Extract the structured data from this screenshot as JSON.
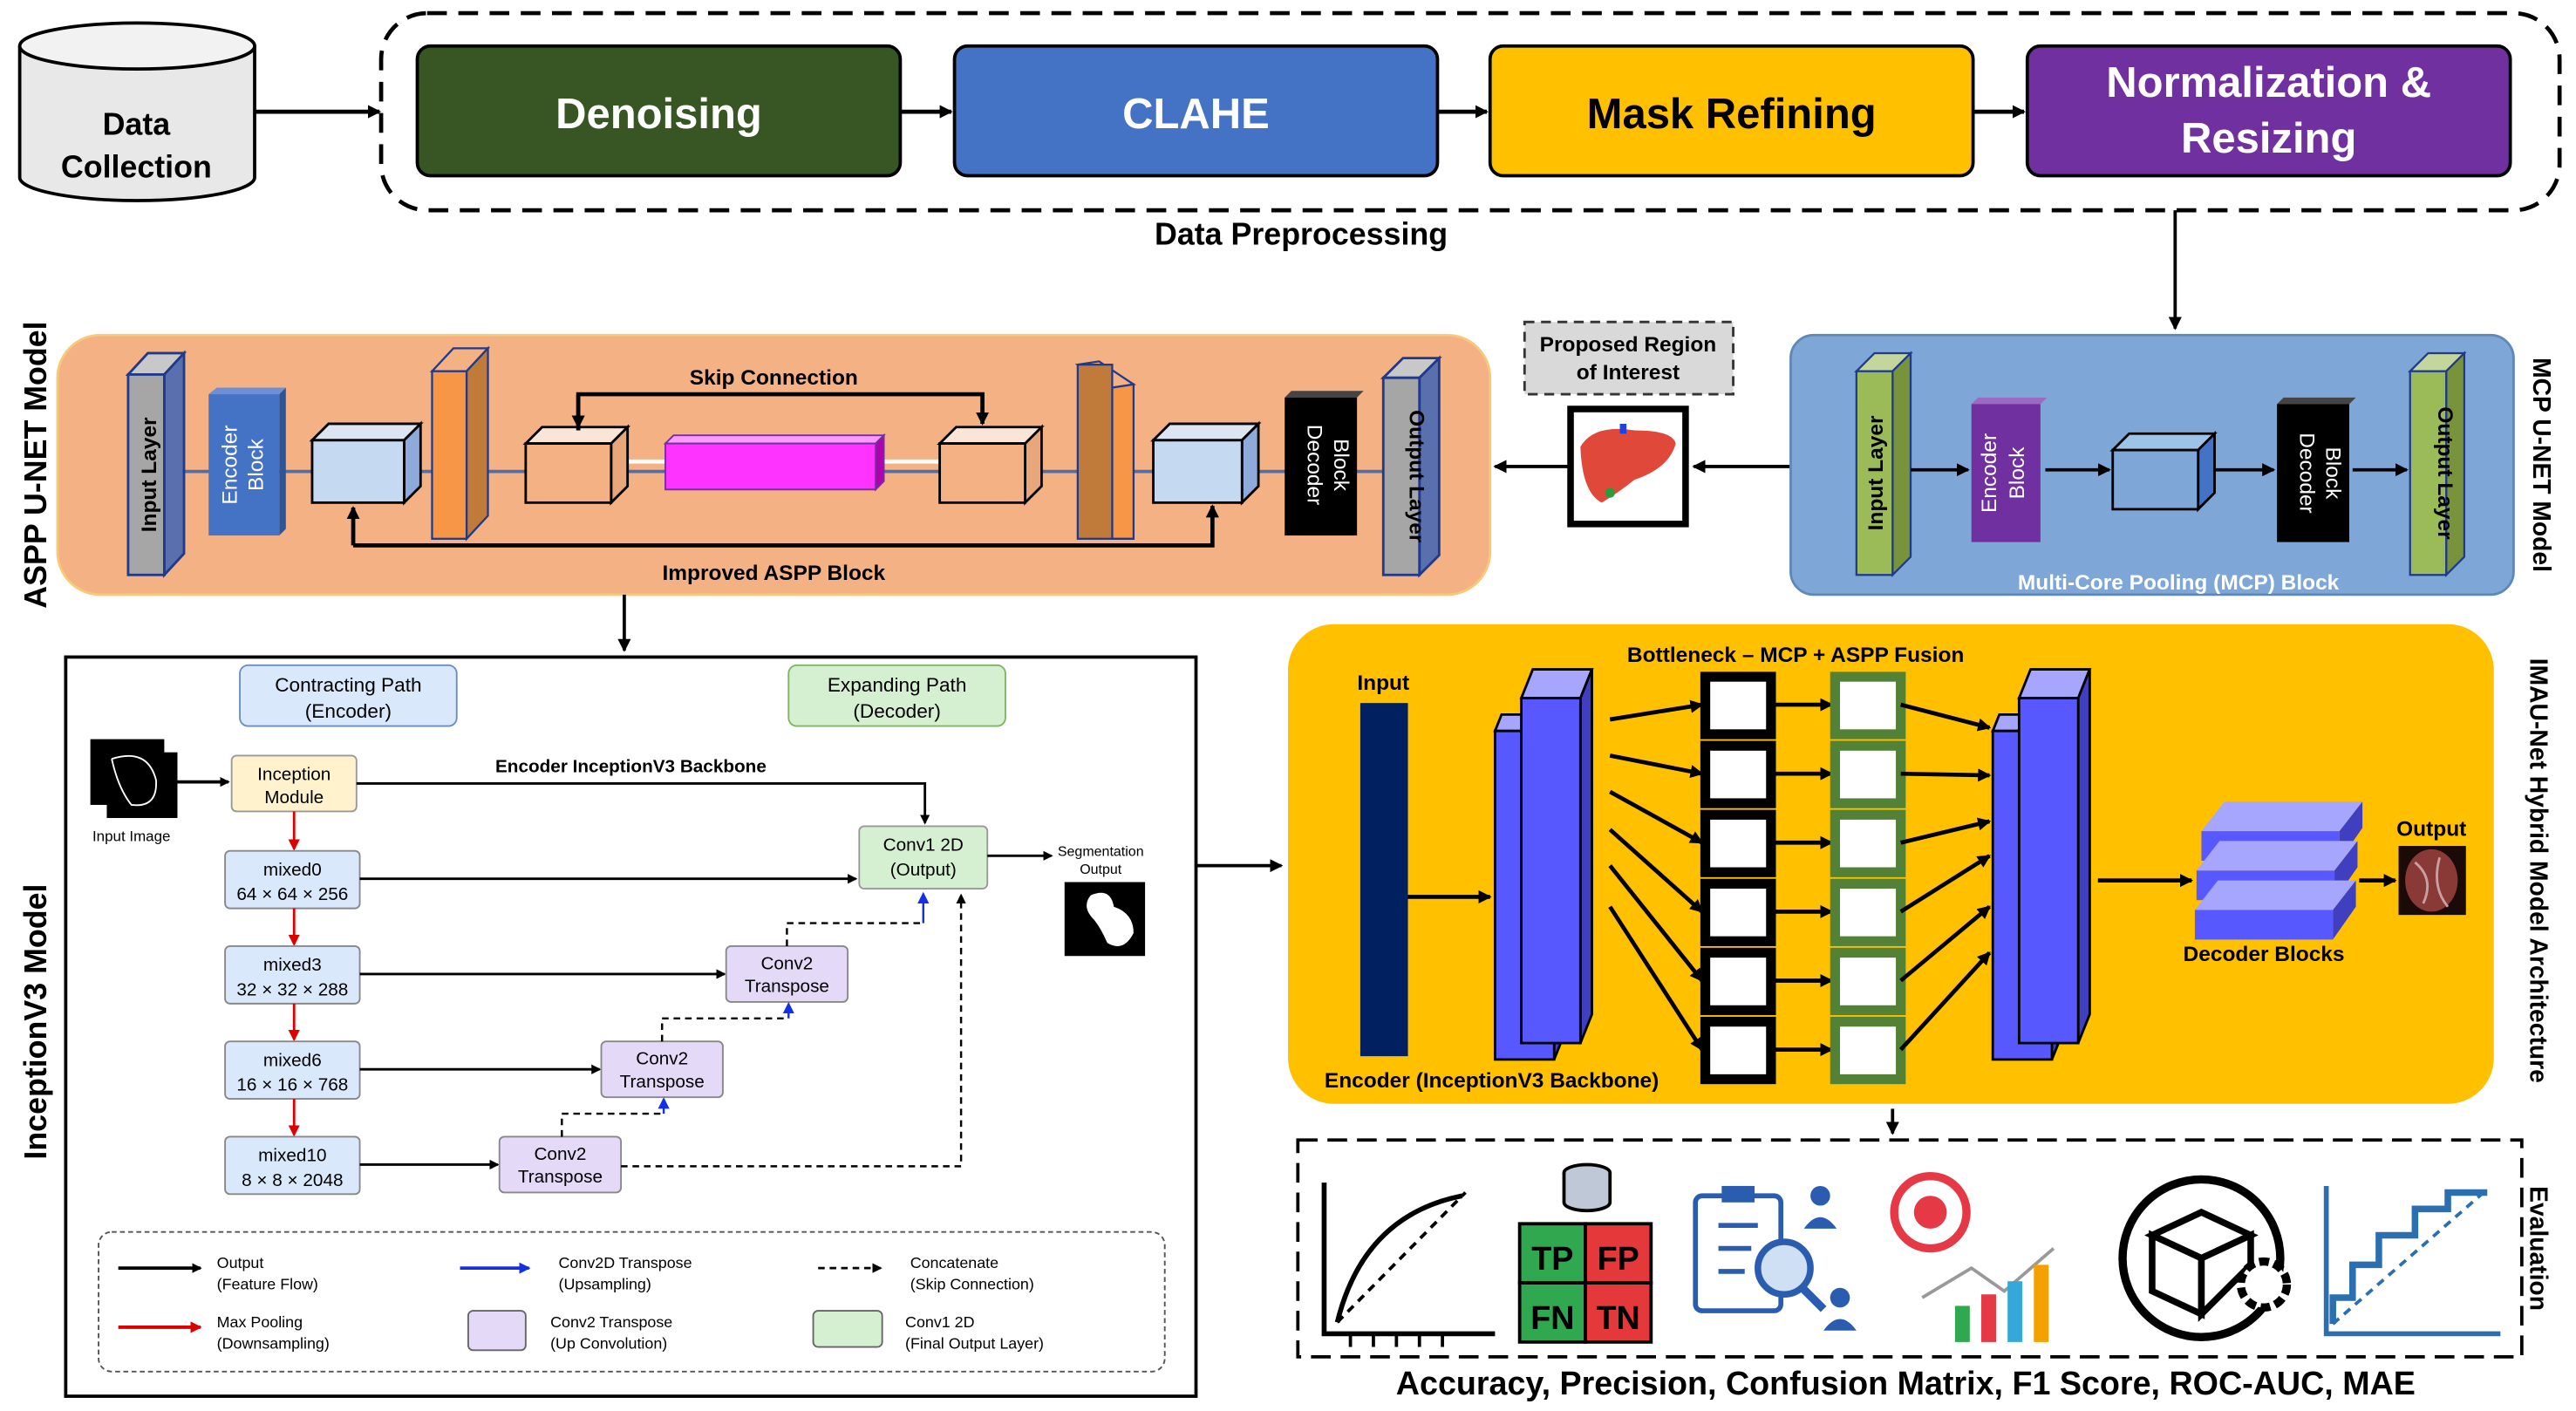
{
  "data_collection": [
    "Data",
    "Collection"
  ],
  "preprocessing": {
    "label": "Data Preprocessing",
    "steps": [
      {
        "label": [
          "Denoising"
        ],
        "color": "#375623",
        "text_color": "#ffffff"
      },
      {
        "label": [
          "CLAHE"
        ],
        "color": "#4472C4",
        "text_color": "#ffffff"
      },
      {
        "label": [
          "Mask Refining"
        ],
        "color": "#FFC000",
        "text_color": "#000000"
      },
      {
        "label": [
          "Normalization &",
          "Resizing"
        ],
        "color": "#7030A0",
        "text_color": "#ffffff"
      }
    ]
  },
  "aspp": {
    "title": "ASPP U-NET Model",
    "color": "#F4B183",
    "input_layer": "Input Layer",
    "encoder_block": [
      "Encoder",
      "Block"
    ],
    "decoder_block": [
      "Decoder",
      "Block"
    ],
    "output_layer": "Output Layer",
    "skip_connection": "Skip Connection",
    "improved_aspp": "Improved ASPP Block"
  },
  "roi": {
    "label": [
      "Proposed Region",
      "of Interest"
    ]
  },
  "mcp": {
    "title": "MCP U-NET Model",
    "color": "#7EA6D6",
    "input_layer": "Input Layer",
    "encoder_block": [
      "Encoder",
      "Block"
    ],
    "decoder_block": [
      "Decoder",
      "Block"
    ],
    "output_layer": "Output Layer",
    "block_label": "Multi-Core Pooling (MCP) Block"
  },
  "inception": {
    "title": "InceptionV3 Model",
    "contracting": [
      "Contracting Path",
      "(Encoder)"
    ],
    "expanding": [
      "Expanding Path",
      "(Decoder)"
    ],
    "input_image": "Input Image",
    "inception_module": [
      "Inception",
      "Module"
    ],
    "backbone_label": "Encoder InceptionV3 Backbone",
    "layers": [
      {
        "name": "mixed0",
        "shape": "64 × 64 × 256"
      },
      {
        "name": "mixed3",
        "shape": "32 × 32 × 288"
      },
      {
        "name": "mixed6",
        "shape": "16 × 16 × 768"
      },
      {
        "name": "mixed10",
        "shape": "8 × 8 × 2048"
      }
    ],
    "conv_transpose": [
      "Conv2",
      "Transpose"
    ],
    "conv1": [
      "Conv1 2D",
      "(Output)"
    ],
    "segmentation_output": [
      "Segmentation",
      "Output"
    ],
    "legend": [
      {
        "label": [
          "Output",
          "(Feature Flow)"
        ],
        "kind": "arrow-black"
      },
      {
        "label": [
          "Conv2D Transpose",
          "(Upsampling)"
        ],
        "kind": "arrow-blue"
      },
      {
        "label": [
          "Concatenate",
          "(Skip Connection)"
        ],
        "kind": "arrow-dashed"
      },
      {
        "label": [
          "Max Pooling",
          "(Downsampling)"
        ],
        "kind": "arrow-red"
      },
      {
        "label": [
          "Conv2 Transpose",
          "(Up Convolution)"
        ],
        "kind": "box-purple"
      },
      {
        "label": [
          "Conv1 2D",
          "(Final Output Layer)"
        ],
        "kind": "box-green"
      }
    ]
  },
  "hybrid": {
    "title": "IMAU-Net Hybrid Model Architecture",
    "color": "#FFC000",
    "bottleneck": "Bottleneck – MCP + ASPP Fusion",
    "input": "Input",
    "encoder": "Encoder (InceptionV3 Backbone)",
    "decoder_blocks": "Decoder Blocks",
    "output": "Output"
  },
  "evaluation": {
    "title": "Evaluation",
    "metrics": "Accuracy, Precision, Confusion Matrix, F1 Score, ROC-AUC, MAE",
    "icons": [
      "roc-curve-icon",
      "confusion-matrix-icon",
      "clipboard-analysis-icon",
      "target-chart-icon",
      "package-gear-icon",
      "step-curve-icon"
    ],
    "confusion_labels": [
      "TP",
      "FP",
      "FN",
      "TN"
    ]
  }
}
